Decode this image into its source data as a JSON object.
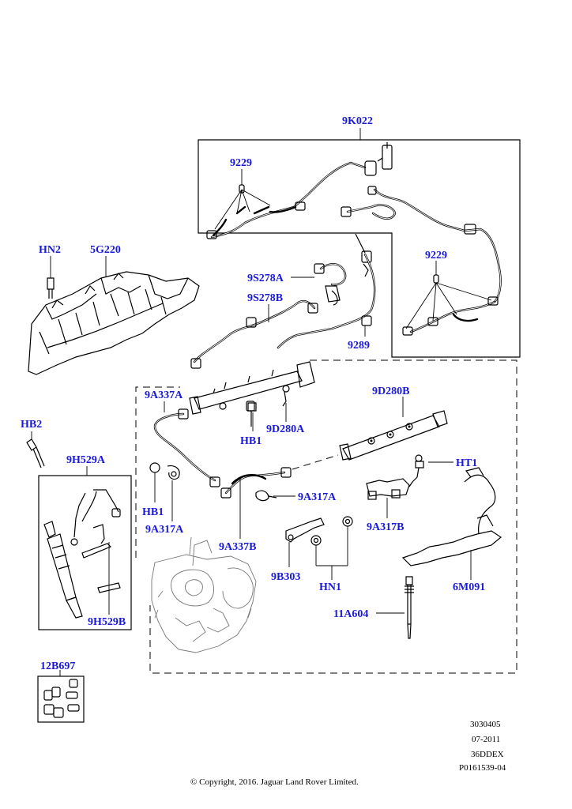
{
  "labels": {
    "k9k022": "9K022",
    "k9229_top": "9229",
    "k9229_right": "9229",
    "hn2": "HN2",
    "g5g220": "5G220",
    "k9s278a": "9S278A",
    "k9s278b": "9S278B",
    "k9289": "9289",
    "k9a337a": "9A337A",
    "hb2": "HB2",
    "k9d280b": "9D280B",
    "hb1_top": "HB1",
    "k9d280a": "9D280A",
    "k9h529a": "9H529A",
    "ht1": "HT1",
    "k9a317a": "9A317A",
    "hb1_bottom": "HB1",
    "k9a317a_left": "9A317A",
    "k9a317b": "9A317B",
    "k9a337b": "9A337B",
    "k9b303": "9B303",
    "hn1": "HN1",
    "m6m091": "6M091",
    "k9h529b": "9H529B",
    "a11a604": "11A604",
    "b12b697": "12B697"
  },
  "reference": {
    "code1": "3030405",
    "date": "07-2011",
    "model": "36DDEX",
    "illustration": "P0161539-04"
  },
  "copyright": "© Copyright, 2016. Jaguar Land Rover Limited."
}
